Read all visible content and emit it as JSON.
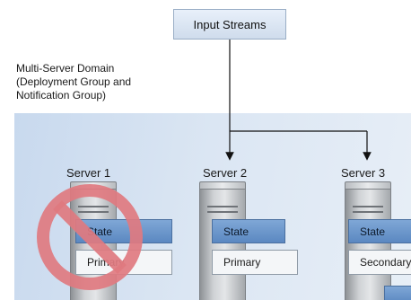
{
  "input_streams": {
    "label": "Input Streams"
  },
  "domain": {
    "caption_lines": [
      "Multi-Server Domain",
      "(Deployment Group and",
      "Notification Group)"
    ]
  },
  "servers": [
    {
      "label": "Server 1",
      "state": "State",
      "role": "Primary",
      "failed": true
    },
    {
      "label": "Server 2",
      "state": "State",
      "role": "Primary",
      "failed": false
    },
    {
      "label": "Server 3",
      "state": "State",
      "role": "Secondary",
      "failed": false
    }
  ],
  "colors": {
    "state_blue": "#6a95cb",
    "prohibition_red": "#e07a80",
    "panel_blue": "#d3e0ef"
  }
}
